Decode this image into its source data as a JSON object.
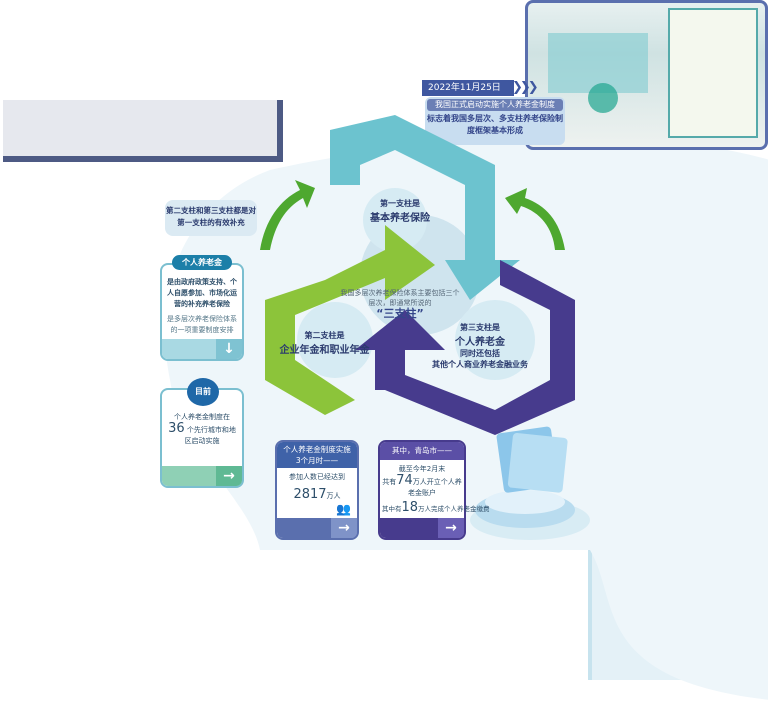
{
  "timeline": {
    "date": "2022年11月25日",
    "event": "我国正式启动实施个人养老金制度",
    "significance": "标志着我国多层次、多支柱养老保险制度框架基本形成"
  },
  "bubble": "第二支柱和第三支柱都是对第一支柱的有效补充",
  "center": {
    "intro": "我国多层次养老保险体系主要包括三个层次，即通常所说的",
    "quote": "“三支柱”"
  },
  "pillars": [
    {
      "lead": "第一支柱是",
      "name": "基本养老保险"
    },
    {
      "lead": "第二支柱是",
      "name": "企业年金和职业年金"
    },
    {
      "lead": "第三支柱是",
      "name": "个人养老金",
      "extra_lead": "同时还包括",
      "extra": "其他个人商业养老金融业务"
    }
  ],
  "cards": {
    "personal_pension": {
      "title": "个人养老金",
      "definition": "是由政府政策支持、个人自愿参加、市场化运营的补充养老保险",
      "role": "是多层次养老保险体系的一项重要制度安排"
    },
    "current": {
      "title": "目前",
      "text_before": "个人养老金制度在",
      "number": "36",
      "text_after": "个先行城市和地区启动实施"
    },
    "three_months": {
      "title": "个人养老金制度实施3个月时——",
      "text": "参加人数已经达到",
      "number": "2817",
      "unit": "万人"
    },
    "qingdao": {
      "title": "其中，青岛市——",
      "date": "截至今年2月末",
      "accounts_pre": "共有",
      "accounts_num": "74",
      "accounts_post": "万人开立个人养老金账户",
      "paid_pre": "其中有",
      "paid_num": "18",
      "paid_post": "万人完成个人养老金缴费"
    }
  },
  "colors": {
    "teal": "#6cc3cf",
    "green": "#8cc43a",
    "purple": "#473b8d",
    "navy": "#3f57a0"
  }
}
